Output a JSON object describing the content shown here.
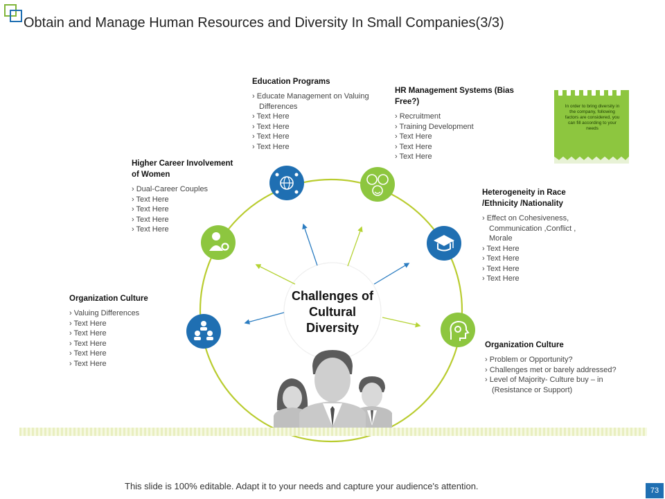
{
  "title": "Obtain and Manage Human Resources and Diversity In Small Companies(3/3)",
  "center_label": "Challenges of Cultural Diversity",
  "note": "In order to bring diversity in the company, following factors are considered, you can fill according to your needs",
  "sections": {
    "education": {
      "heading": "Education Programs",
      "items": [
        "Educate Management on Valuing Differences",
        "Text Here",
        "Text Here",
        "Text Here",
        "Text Here"
      ]
    },
    "hr": {
      "heading": "HR Management Systems (Bias Free?)",
      "items": [
        "Recruitment",
        "Training  Development",
        "Text Here",
        "Text Here",
        "Text Here"
      ]
    },
    "career": {
      "heading": "Higher Career Involvement of Women",
      "items": [
        "Dual-Career Couples",
        "Text Here",
        "Text Here",
        "Text Here",
        "Text Here"
      ]
    },
    "hetero": {
      "heading": "Heterogeneity in Race /Ethnicity /Nationality",
      "items": [
        "Effect on Cohesiveness, Communication ,Conflict , Morale",
        "Text Here",
        "Text Here",
        "Text Here",
        "Text Here"
      ]
    },
    "org_left": {
      "heading": "Organization Culture",
      "items": [
        "Valuing Differences",
        "Text Here",
        "Text Here",
        "Text Here",
        "Text Here",
        "Text Here"
      ]
    },
    "org_right": {
      "heading": "Organization Culture",
      "items": [
        "Problem or Opportunity?",
        "Challenges met or barely addressed?",
        "Level of Majority- Culture buy – in (Resistance or Support)"
      ]
    }
  },
  "footer": "This slide is 100% editable. Adapt it to your needs and capture your audience's attention.",
  "page_number": "73",
  "colors": {
    "blue": "#1f6fb2",
    "green": "#8dc63f",
    "ring": "#b9cc2f",
    "arrow_blue": "#2a7cc1",
    "arrow_green": "#b5d334"
  },
  "icons": {
    "education": "globe-people-icon",
    "hr": "faces-icon",
    "career": "person-gear-icon",
    "hetero": "graduation-cap-icon",
    "org_left": "team-icon",
    "org_right": "head-gear-icon"
  }
}
